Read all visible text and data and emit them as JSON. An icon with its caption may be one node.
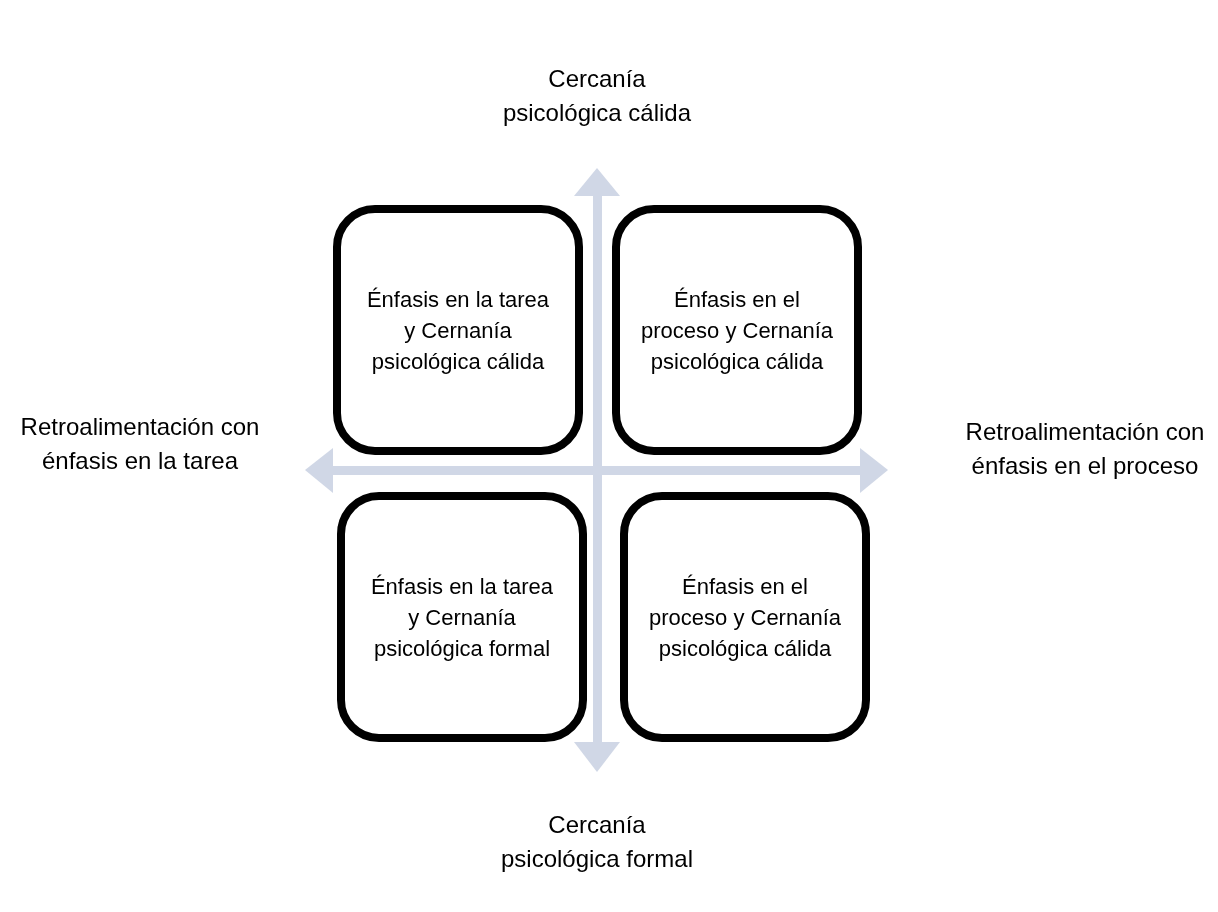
{
  "diagram": {
    "nodes": [
      {
        "text": [
          "Énfasis en la tarea y Cernanía psicológica cálida"
        ]
      },
      {
        "text": [
          "Énfasis en el proceso y Cernanía psicológica cálida"
        ]
      },
      {
        "text": [
          "Énfasis en la tarea y Cernanía psicológica formal"
        ]
      },
      {
        "text": [
          "Énfasis en el proceso y Cernanía psicológica cálida"
        ]
      }
    ],
    "labels": [
      "Cercanía psicológica cálida",
      "Retroalimentación con énfasis en la tarea",
      "Retroalimentación con énfasis en el proceso",
      "Cercanía psicológica formal"
    ]
  }
}
